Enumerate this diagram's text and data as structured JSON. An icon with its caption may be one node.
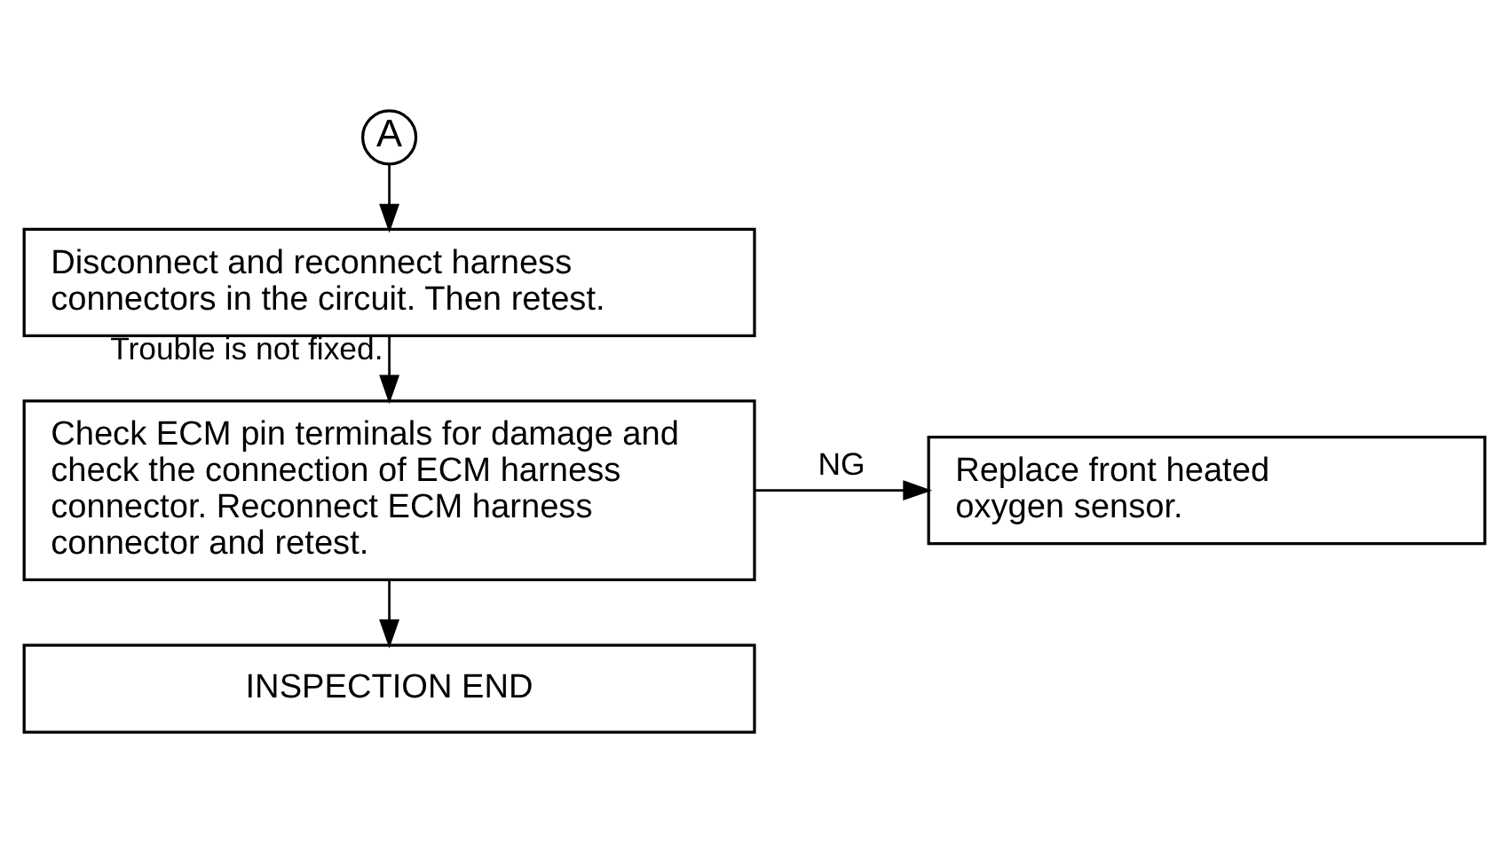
{
  "diagram": {
    "nodes": [
      {
        "text": [
          "A"
        ]
      },
      {
        "text": [
          "Disconnect and reconnect harness connectors in the circuit. Then retest."
        ]
      },
      {
        "text": [
          "Check ECM pin terminals for damage and check the connection of ECM harness connector. Reconnect ECM harness connector and retest."
        ]
      },
      {
        "text": [
          "Replace front heated oxygen sensor."
        ]
      },
      {
        "text": [
          "INSPECTION END"
        ]
      }
    ],
    "edges": [
      {
        "from": 0,
        "to": 1,
        "arrow": "to"
      },
      {
        "from": 1,
        "to": 2,
        "arrow": "to",
        "label": "Trouble is not fixed."
      },
      {
        "from": 2,
        "to": 3,
        "arrow": "to",
        "label": "NG"
      },
      {
        "from": 2,
        "to": 4,
        "arrow": "to"
      }
    ]
  }
}
